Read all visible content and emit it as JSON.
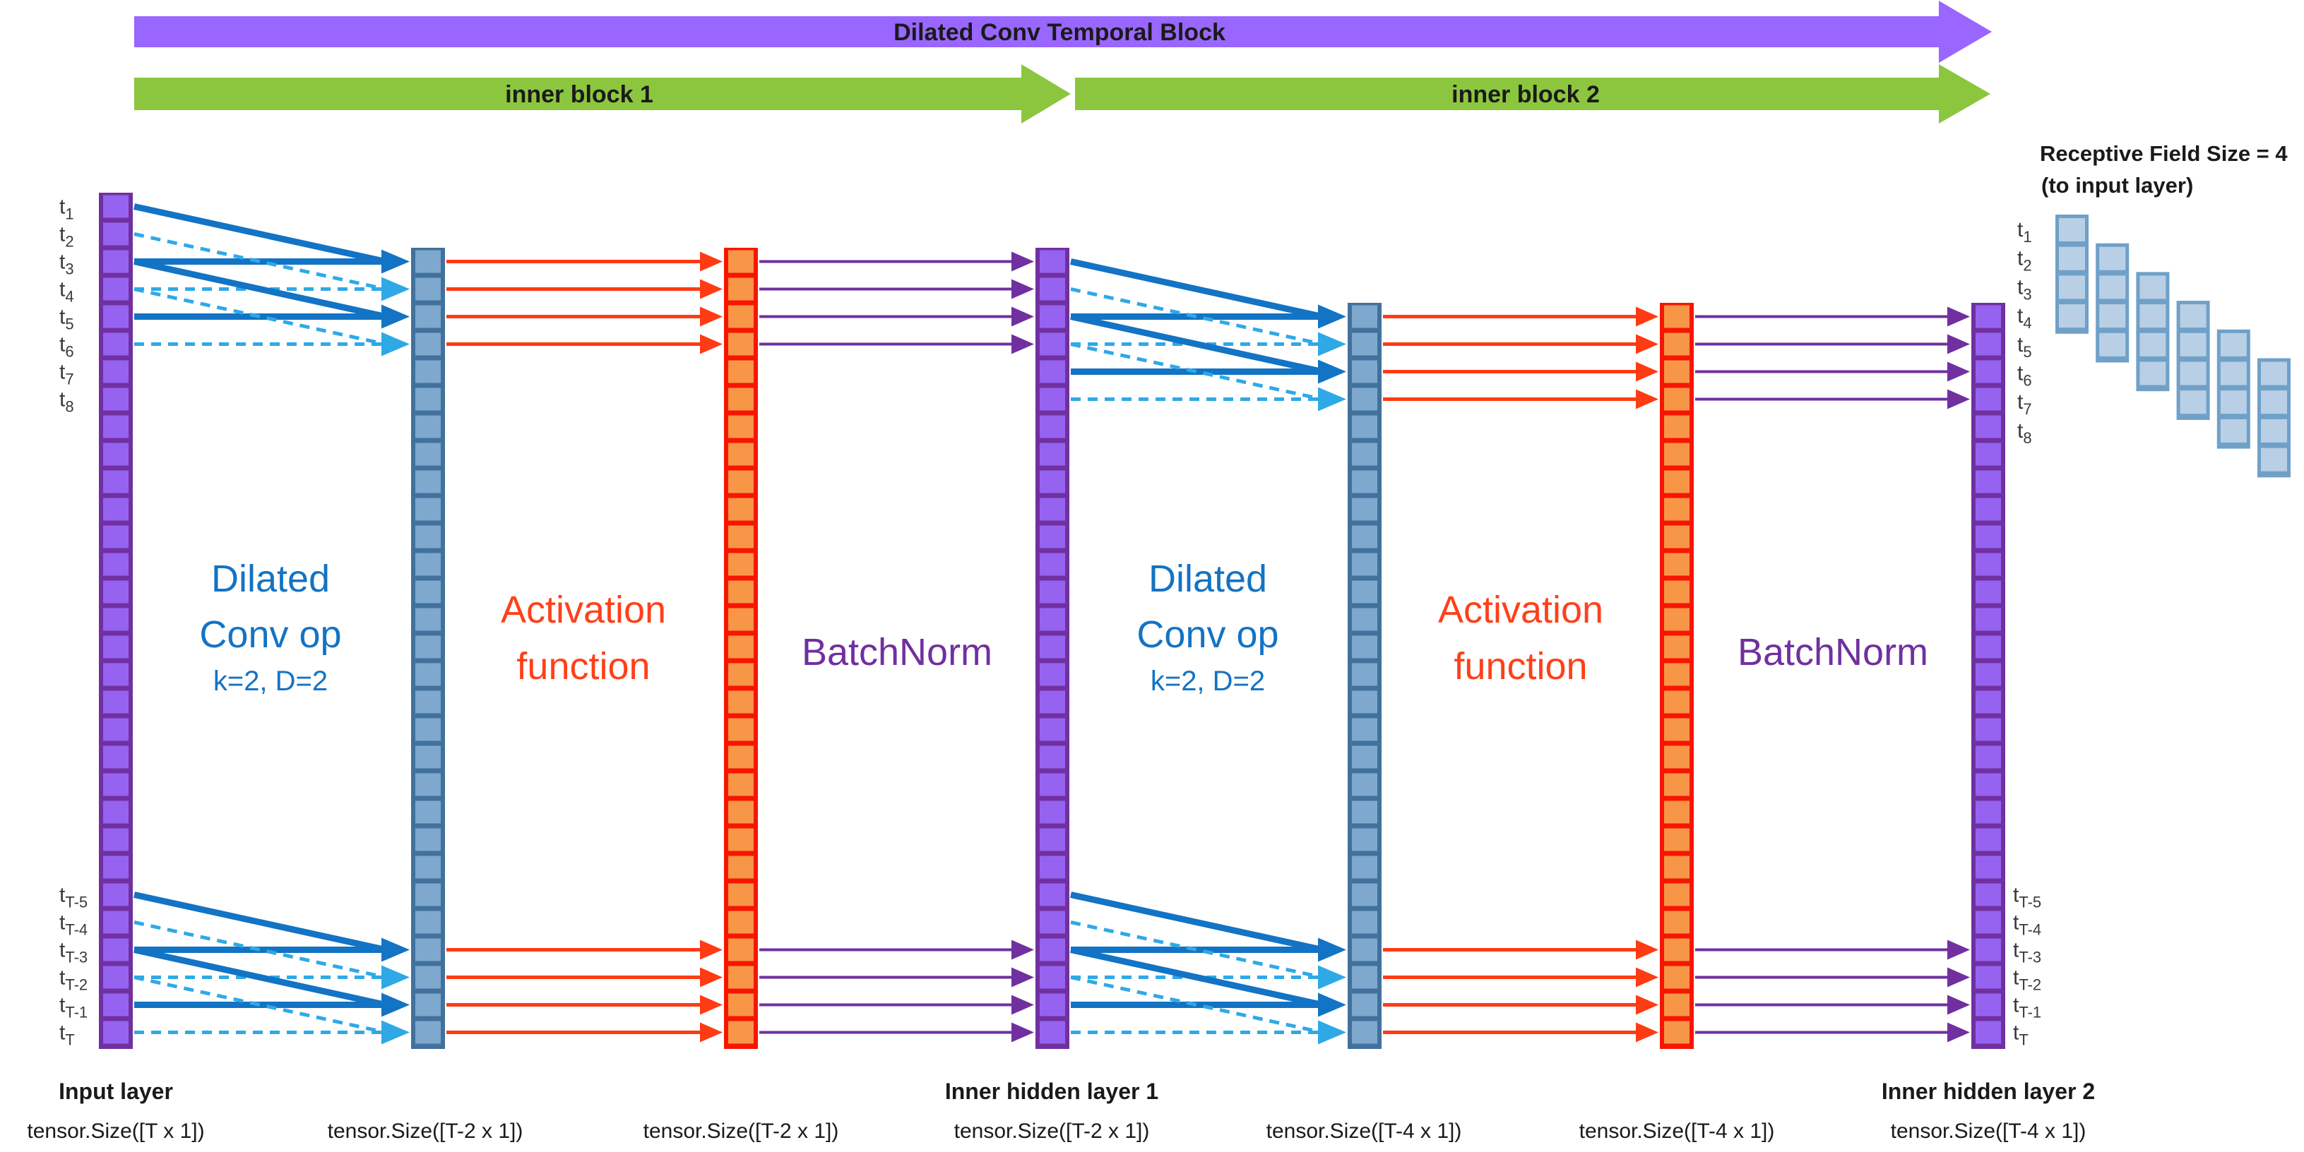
{
  "banners": {
    "outer": {
      "label": "Dilated Conv Temporal Block"
    },
    "inner1": {
      "label": "inner block 1"
    },
    "inner2": {
      "label": "inner block 2"
    }
  },
  "ops": {
    "conv": {
      "line1": "Dilated",
      "line2": "Conv op",
      "params": "k=2, D=2",
      "color": "#1373C4"
    },
    "activation": {
      "line1": "Activation",
      "line2": "function",
      "color": "#FF4019"
    },
    "batchnorm": {
      "label": "BatchNorm",
      "color": "#7030A0"
    }
  },
  "layers": {
    "input": {
      "title": "Input layer",
      "size": "tensor.Size([T x 1])"
    },
    "conv1_out": {
      "size": "tensor.Size([T-2 x 1])"
    },
    "act1_out": {
      "size": "tensor.Size([T-2 x 1])"
    },
    "hidden1": {
      "title": "Inner hidden layer 1",
      "size": "tensor.Size([T-2 x 1])"
    },
    "conv2_out": {
      "size": "tensor.Size([T-4 x 1])"
    },
    "act2_out": {
      "size": "tensor.Size([T-4 x 1])"
    },
    "hidden2": {
      "title": "Inner hidden layer 2",
      "size": "tensor.Size([T-4 x 1])"
    }
  },
  "time_labels": {
    "base": "t",
    "top_subs": [
      "1",
      "2",
      "3",
      "4",
      "5",
      "6",
      "7",
      "8"
    ],
    "bottom_subs": [
      "T-5",
      "T-4",
      "T-3",
      "T-2",
      "T-1",
      "T"
    ]
  },
  "receptive_field": {
    "title_line1": "Receptive Field Size = 4",
    "title_line2": "(to input layer)",
    "label_subs": [
      "1",
      "2",
      "3",
      "4",
      "5",
      "6",
      "7",
      "8"
    ]
  },
  "colors": {
    "banner_purple": "#9966FF",
    "banner_green": "#8CC63F",
    "banner_text": "#1A1A1A",
    "cell_purple_fill": "#9663F0",
    "cell_purple_border": "#7030A0",
    "cell_steel_fill": "#7FA8CF",
    "cell_steel_border": "#41719C",
    "cell_orange_fill": "#F79646",
    "cell_orange_border": "#F71500",
    "mini_fill": "#B8CFE5",
    "mini_border": "#6FA0C8",
    "arrow_solid": "#1373C4",
    "arrow_dashed": "#2FA9E6",
    "arrow_orange": "#FF3B14",
    "arrow_purple": "#7030A0",
    "text_dark": "#1A1A1A",
    "text_gray": "#3A3A3A"
  }
}
